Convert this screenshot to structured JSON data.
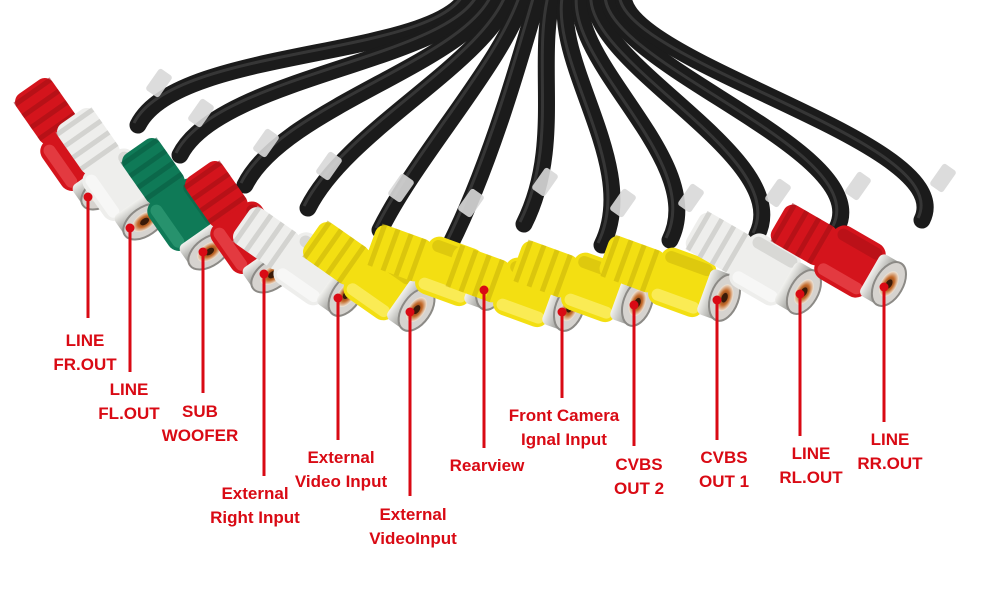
{
  "image": {
    "description_colors": {
      "label_red": "#d90a14",
      "cable_black": "#1b1b1b",
      "plug_red": "#d4141c",
      "plug_white": "#eeeeec",
      "plug_green": "#0f7a57",
      "plug_yellow": "#f3df12",
      "metal": "#c9c9c6"
    }
  },
  "connectors": [
    {
      "id": "line-fr-out",
      "color": "red",
      "label": [
        "LINE",
        "FR.OUT"
      ]
    },
    {
      "id": "line-fl-out",
      "color": "white",
      "label": [
        "LINE",
        "FL.OUT"
      ]
    },
    {
      "id": "sub-woofer",
      "color": "green",
      "label": [
        "SUB",
        "WOOFER"
      ]
    },
    {
      "id": "external-right-input",
      "color": "red",
      "label": [
        "External",
        "Right Input"
      ]
    },
    {
      "id": "external-video-input",
      "color": "white",
      "label": [
        "External",
        "Video Input"
      ]
    },
    {
      "id": "external-videoinput",
      "color": "yellow",
      "label": [
        "External",
        "VideoInput"
      ]
    },
    {
      "id": "rearview",
      "color": "yellow",
      "label": [
        "Rearview"
      ]
    },
    {
      "id": "front-camera-signal-input",
      "color": "yellow",
      "label": [
        "Front Camera",
        "Ignal Input"
      ]
    },
    {
      "id": "cvbs-out-2",
      "color": "yellow",
      "label": [
        "CVBS",
        "OUT 2"
      ]
    },
    {
      "id": "cvbs-out-1",
      "color": "yellow",
      "label": [
        "CVBS",
        "OUT 1"
      ]
    },
    {
      "id": "line-rl-out",
      "color": "white",
      "label": [
        "LINE",
        "RL.OUT"
      ]
    },
    {
      "id": "line-rr-out",
      "color": "red",
      "label": [
        "LINE",
        "RR.OUT"
      ]
    }
  ]
}
